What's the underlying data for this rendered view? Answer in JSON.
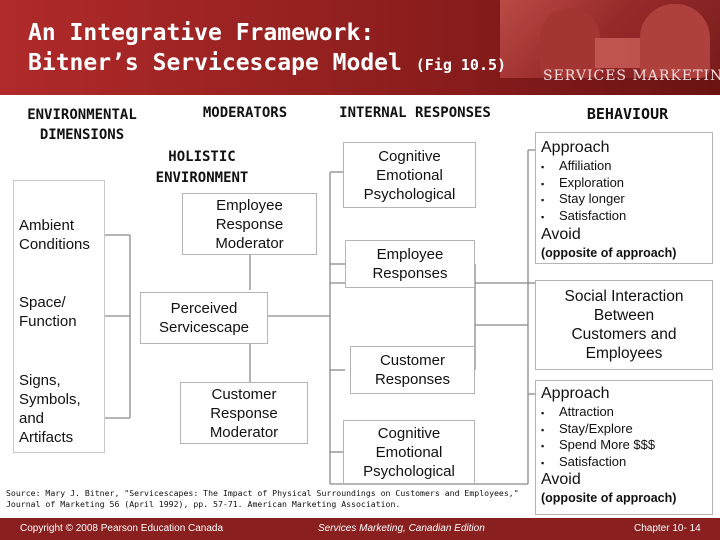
{
  "header": {
    "title_line1": "An Integrative Framework:",
    "title_line2": "Bitner’s Servicescape Model",
    "title_ref": "(Fig 10.5)",
    "brand": "SERVICES MARKETING"
  },
  "columns": {
    "environmental": "ENVIRONMENTAL\nDIMENSIONS",
    "moderators": "MODERATORS",
    "internal": "INTERNAL RESPONSES",
    "behaviour": "BEHAVIOUR"
  },
  "environmental": {
    "ambient": "Ambient\nConditions",
    "space": "Space/\nFunction",
    "signs": "Signs,\nSymbols,\nand\nArtifacts"
  },
  "moderators": {
    "holistic": "HOLISTIC\nENVIRONMENT",
    "employee_moderator": "Employee\nResponse\nModerator",
    "perceived": "Perceived\nServicescape",
    "customer_moderator": "Customer\nResponse\nModerator"
  },
  "internal": {
    "employee_cognitive": "Cognitive\nEmotional\nPsychological",
    "employee_responses": "Employee\nResponses",
    "customer_responses": "Customer\nResponses",
    "customer_cognitive": "Cognitive\nEmotional\nPsychological"
  },
  "behaviour": {
    "employee": {
      "approach": "Approach",
      "items": [
        "Affiliation",
        "Exploration",
        "Stay longer",
        "Satisfaction"
      ],
      "avoid": "Avoid",
      "avoid_note": "(opposite of approach)"
    },
    "social": "Social Interaction\nBetween\nCustomers and\nEmployees",
    "customer": {
      "approach": "Approach",
      "items": [
        "Attraction",
        "Stay/Explore",
        "Spend More $$$",
        "Satisfaction"
      ],
      "avoid": "Avoid",
      "avoid_note": "(opposite of approach)"
    }
  },
  "source": "Source: Mary J. Bitner, \"Servicescapes: The Impact of Physical Surroundings on Customers and Employees,\" Journal of Marketing 56 (April 1992), pp. 57-71. American Marketing Association.",
  "footer": {
    "copyright": "Copyright © 2008 Pearson Education Canada",
    "book": "Services Marketing, Canadian Edition",
    "chapter": "Chapter 10- 14"
  },
  "colors": {
    "header": "#8b1d1d",
    "footer": "#8a1f1f",
    "connector": "#8a8a8a"
  }
}
